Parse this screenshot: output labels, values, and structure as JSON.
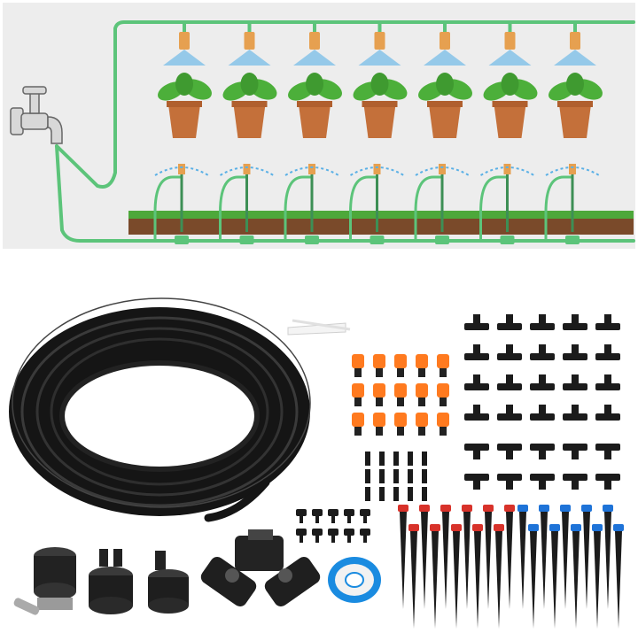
{
  "scene": {
    "kind": "product photo",
    "sections": [
      "installation-diagram",
      "kit-contents"
    ]
  },
  "diagram": {
    "sprayer_count": 7,
    "stake_count": 7,
    "pipe_color": "#5cc47a",
    "panel_color": "#ededed",
    "soil_color": "#7a4a2a",
    "grass_color": "#4da83a",
    "pot_color": "#c4703a",
    "leaf_color": "#4caf3a"
  },
  "kit": {
    "tubing_color": "#151515",
    "adjustable_nozzle_color": "#ff7a1f",
    "stake_cap_red": "#d8322a",
    "stake_cap_blue": "#1e73d8",
    "tape_ring_color": "#1a8be0",
    "orange_nozzle_rows": 3,
    "orange_nozzle_cols": 5,
    "tee_connector_cols": 5,
    "tee_connector_rows": 6,
    "red_stake_count": 11,
    "blue_stake_count": 10
  }
}
